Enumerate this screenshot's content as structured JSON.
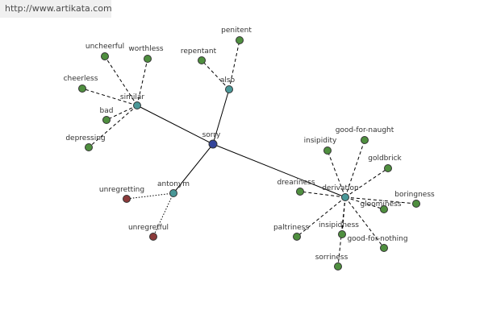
{
  "watermark": "http://www.artikata.com",
  "colors": {
    "center": "#334499",
    "relation": "#4a9898",
    "synonym": "#4f8f3f",
    "antonym": "#8b3a3a",
    "edge": "#000000"
  },
  "center": "sorry",
  "relations": [
    {
      "label": "similar",
      "items": [
        "uncheerful",
        "worthless",
        "cheerless",
        "bad",
        "depressing"
      ]
    },
    {
      "label": "also",
      "items": [
        "repentant",
        "penitent"
      ]
    },
    {
      "label": "antonym",
      "items": [
        "unregretting",
        "unregretful"
      ]
    },
    {
      "label": "derivation",
      "items": [
        "good-for-naught",
        "insipidity",
        "goldbrick",
        "dreariness",
        "gloominess",
        "boringness",
        "paltriness",
        "insipidness",
        "good-for-nothing",
        "sorriness"
      ]
    }
  ]
}
